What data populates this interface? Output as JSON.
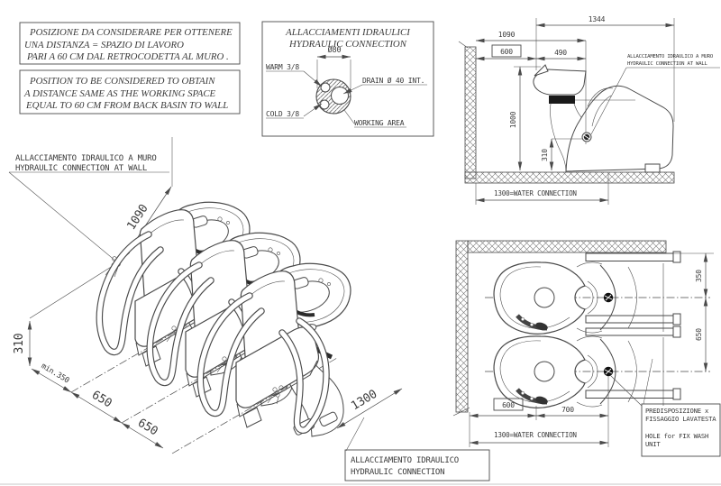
{
  "notes": {
    "italian": [
      "POSIZIONE DA CONSIDERARE PER OTTENERE",
      "UNA DISTANZA  = SPAZIO DI LAVORO",
      "PARI A 60 CM DAL RETROCODETTA AL MURO ."
    ],
    "english": [
      "POSITION TO BE CONSIDERED TO OBTAIN",
      "A DISTANCE SAME AS THE WORKING SPACE",
      "EQUAL TO 60 CM FROM BACK BASIN TO WALL"
    ]
  },
  "hydraulic_detail": {
    "title_it": "ALLACCIAMENTI IDRAULICI",
    "title_en": "HYDRAULIC  CONNECTION",
    "diameter": "Ø80",
    "warm": "WARM 3/8",
    "cold": "COLD 3/8",
    "drain": "DRAIN Ø 40 INT.",
    "working_area": "WORKING AREA"
  },
  "iso_view": {
    "wall_label_it": "ALLACCIAMENTO IDRAULICO A MURO",
    "wall_label_en": "HYDRAULIC CONNECTION AT WALL",
    "dim_1090": "1090",
    "dim_310": "310",
    "dim_min350": "min.350",
    "dim_650a": "650",
    "dim_650b": "650",
    "dim_1300": "1300",
    "bottom_label_it": "ALLACCIAMENTO IDRAULICO",
    "bottom_label_en": "HYDRAULIC CONNECTION"
  },
  "side_view": {
    "dim_1344": "1344",
    "dim_1090": "1090",
    "dim_600": "600",
    "dim_490": "490",
    "dim_1000": "1000",
    "dim_310": "310",
    "dim_1300": "1300=WATER CONNECTION",
    "label_it": "ALLACCIAMENTO IDRAULICO A MURO",
    "label_en": "HYDRAULIC CONNECTION AT WALL"
  },
  "plan_view": {
    "dim_350": "350",
    "dim_650": "650",
    "dim_600": "600",
    "dim_700": "700",
    "dim_1300": "1300=WATER CONNECTION",
    "fix_label": [
      "PREDISPOSIZIONE x",
      "FISSAGGIO LAVATESTA",
      "HOLE for FIX WASH",
      "UNIT"
    ]
  },
  "colors": {
    "line": "#4a4a4a",
    "text": "#3a3a3a",
    "black_fill": "#1a1a1a"
  }
}
